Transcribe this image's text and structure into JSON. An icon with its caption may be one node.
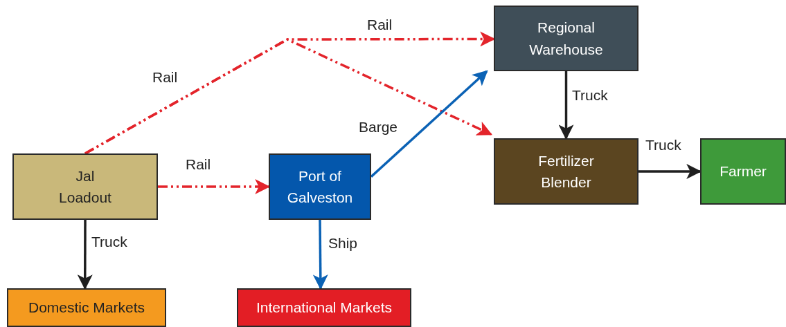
{
  "diagram": {
    "nodes": [
      {
        "text": [
          "Jal Loadout"
        ]
      },
      {
        "text": [
          "Port of Galveston"
        ]
      },
      {
        "text": [
          "Regional Warehouse"
        ]
      },
      {
        "text": [
          "Fertilizer Blender"
        ]
      },
      {
        "text": [
          "Farmer"
        ]
      },
      {
        "text": [
          "Domestic Markets"
        ]
      },
      {
        "text": [
          "International Markets"
        ]
      }
    ],
    "edges": [
      {
        "from": 0,
        "to": 2,
        "arrow": "to",
        "label": "Rail",
        "style": "dashed",
        "color": "#e3242b"
      },
      {
        "from": 0,
        "to": 3,
        "arrow": "to",
        "label": "Rail",
        "style": "dashed",
        "color": "#e3242b"
      },
      {
        "from": 0,
        "to": 1,
        "arrow": "to",
        "label": "Rail",
        "style": "dashed",
        "color": "#e3242b"
      },
      {
        "from": 1,
        "to": 2,
        "arrow": "to",
        "label": "Barge",
        "color": "#0b62b5"
      },
      {
        "from": 1,
        "to": 6,
        "arrow": "to",
        "label": "Ship",
        "color": "#0b62b5"
      },
      {
        "from": 0,
        "to": 5,
        "arrow": "to",
        "label": "Truck",
        "color": "#1f1f1f"
      },
      {
        "from": 2,
        "to": 3,
        "arrow": "to",
        "label": "Truck",
        "color": "#1f1f1f"
      },
      {
        "from": 3,
        "to": 4,
        "arrow": "to",
        "label": "Truck",
        "color": "#1f1f1f"
      }
    ]
  }
}
